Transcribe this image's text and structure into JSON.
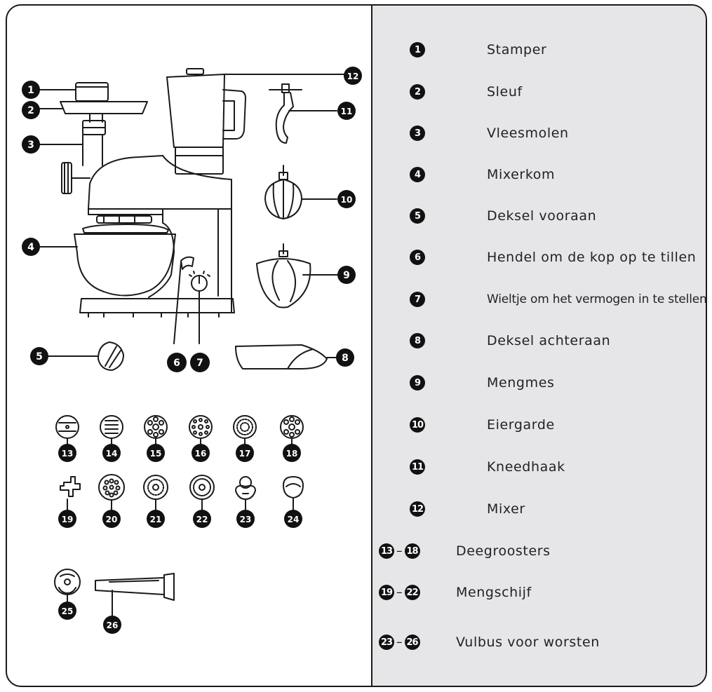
{
  "legend": [
    {
      "nums": [
        "1"
      ],
      "label": "Stamper"
    },
    {
      "nums": [
        "2"
      ],
      "label": "Sleuf"
    },
    {
      "nums": [
        "3"
      ],
      "label": "Vleesmolen"
    },
    {
      "nums": [
        "4"
      ],
      "label": "Mixerkom"
    },
    {
      "nums": [
        "5"
      ],
      "label": "Deksel vooraan"
    },
    {
      "nums": [
        "6"
      ],
      "label": "Hendel om de kop op te tillen"
    },
    {
      "nums": [
        "7"
      ],
      "label": "Wieltje om het vermogen in te stellen"
    },
    {
      "nums": [
        "8"
      ],
      "label": "Deksel achteraan"
    },
    {
      "nums": [
        "9"
      ],
      "label": "Mengmes"
    },
    {
      "nums": [
        "10"
      ],
      "label": "Eiergarde"
    },
    {
      "nums": [
        "11"
      ],
      "label": "Kneedhaak"
    },
    {
      "nums": [
        "12"
      ],
      "label": "Mixer"
    },
    {
      "nums": [
        "13",
        "18"
      ],
      "label": "Deegroosters"
    },
    {
      "nums": [
        "19",
        "22"
      ],
      "label": "Mengschijf"
    },
    {
      "nums": [
        "23",
        "26"
      ],
      "label": "Vulbus voor worsten"
    }
  ],
  "callouts": [
    "1",
    "2",
    "3",
    "4",
    "5",
    "6",
    "7",
    "8",
    "9",
    "10",
    "11",
    "12",
    "13",
    "14",
    "15",
    "16",
    "17",
    "18",
    "19",
    "20",
    "21",
    "22",
    "23",
    "24",
    "25",
    "26"
  ],
  "legend_dash": "–"
}
